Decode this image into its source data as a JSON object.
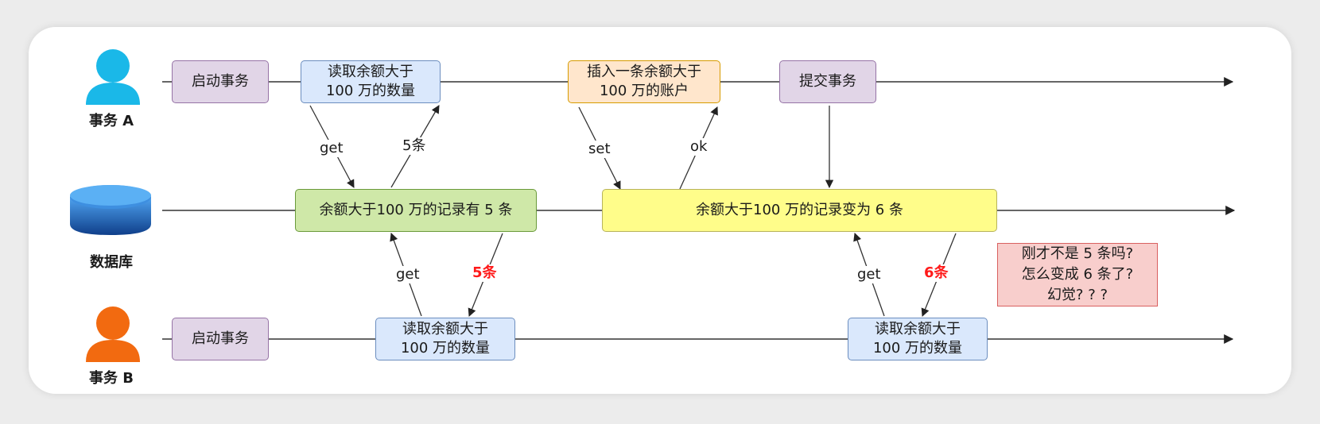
{
  "actors": {
    "a_label": "事务 A",
    "db_label": "数据库",
    "b_label": "事务 B"
  },
  "boxes": {
    "a_start": "启动事务",
    "a_read": "读取余额大于\n100 万的数量",
    "a_insert": "插入一条余额大于\n100 万的账户",
    "a_commit": "提交事务",
    "db_state1": "余额大于100 万的记录有 5 条",
    "db_state2": "余额大于100 万的记录变为 6 条",
    "b_start": "启动事务",
    "b_read1": "读取余额大于\n100 万的数量",
    "b_read2": "读取余额大于\n100 万的数量"
  },
  "edge_labels": {
    "a_get": "get",
    "a_result": "5条",
    "a_set": "set",
    "a_ok": "ok",
    "b_get1": "get",
    "b_result1": "5条",
    "b_get2": "get",
    "b_result2": "6条"
  },
  "note": "刚才不是 5 条吗?\n怎么变成 6 条了?\n幻觉? ? ?",
  "colors": {
    "actor_a": "#1ab8e8",
    "actor_b": "#f26a10",
    "database": "#1f5fb0",
    "highlight_text": "#ff1a1a"
  }
}
